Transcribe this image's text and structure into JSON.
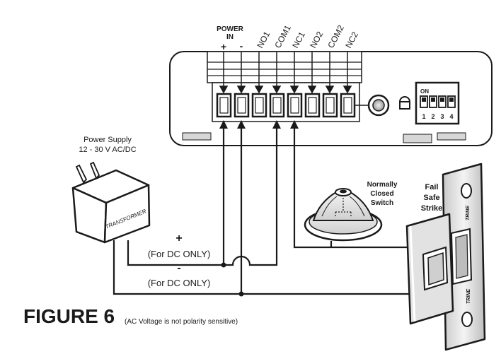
{
  "figure": {
    "title": "FIGURE 6",
    "note": "(AC Voltage is not polarity sensitive)"
  },
  "controller": {
    "power_label_line1": "POWER",
    "power_label_line2": "IN",
    "plus_sign": "+",
    "minus_sign": "-",
    "terminals": [
      "NO1",
      "COM1",
      "NC1",
      "NO2",
      "COM2",
      "NC2"
    ],
    "dip_switch": {
      "on_label": "ON",
      "positions": [
        "1",
        "2",
        "3",
        "4"
      ]
    }
  },
  "power_supply": {
    "title_line1": "Power Supply",
    "title_line2": "12 - 30 V AC/DC",
    "device_label": "TRANSFORMER"
  },
  "wiring": {
    "plus_sign": "+",
    "plus_note": "(For DC ONLY)",
    "minus_sign": "-",
    "minus_note": "(For DC ONLY)"
  },
  "switch": {
    "label_line1": "Normally",
    "label_line2": "Closed",
    "label_line3": "Switch"
  },
  "strike": {
    "label_line1": "Fail",
    "label_line2": "Safe",
    "label_line3": "Strike",
    "engraving_top": "TRINE",
    "engraving_bottom": "TRINE"
  }
}
